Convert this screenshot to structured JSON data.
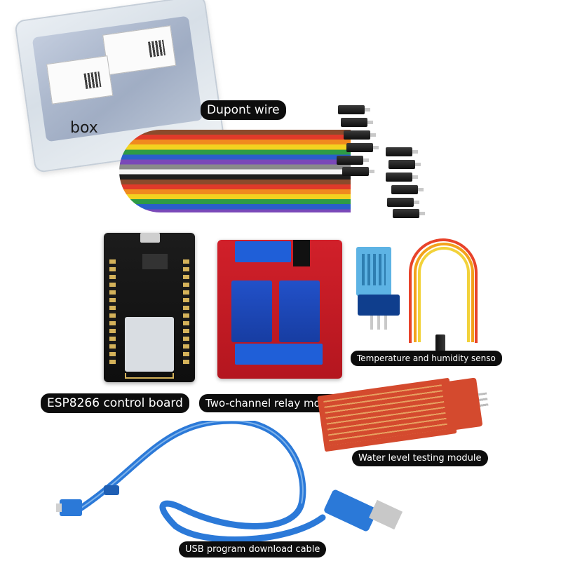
{
  "labels": {
    "box": "box",
    "dupont_wire": "Dupont wire",
    "esp8266": "ESP8266 control board",
    "relay": "Two-channel relay module",
    "temperature_humidity": "Temperature and humidity senso",
    "water_level": "Water level testing module",
    "usb_cable": "USB program download cable"
  },
  "icons": {
    "box": "plastic-box-icon",
    "dupont": "dupont-wire-icon",
    "esp8266": "esp8266-board-icon",
    "relay": "relay-module-icon",
    "dht": "dht-sensor-icon",
    "jumper": "jumper-cable-icon",
    "water": "water-sensor-icon",
    "usb": "usb-cable-icon"
  },
  "colors": {
    "label_bg": "#0d0d0d",
    "label_text": "#ffffff",
    "relay_red": "#c41b25",
    "relay_blue": "#1f5fd8",
    "cable_blue": "#2b79d8",
    "sensor_blue": "#5db3e4"
  }
}
